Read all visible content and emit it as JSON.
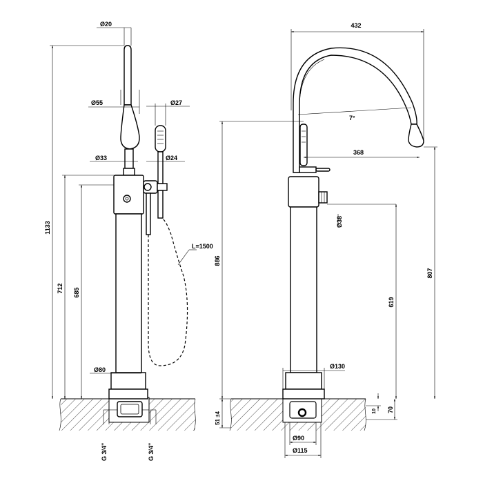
{
  "drawing": {
    "front": {
      "d_spout": "Ø20",
      "d_head": "Ø55",
      "d_hand": "Ø27",
      "d_neck": "Ø33",
      "d_holder": "Ø24",
      "hose": "L=1500",
      "h_total": "1133",
      "h_body": "712",
      "h_handle": "685",
      "d_column": "Ø80",
      "thread_left": "G 3/4\"",
      "thread_right": "G 3/4\""
    },
    "side": {
      "w_reach": "432",
      "angle": "7°",
      "reach_inner": "368",
      "d_lever": "Ø38",
      "h_outlet": "886",
      "h_spout_tip": "807",
      "h_diverter": "619",
      "d_base": "Ø130",
      "d_flange": "Ø90",
      "d_plate": "Ø115",
      "floor_depth": "70",
      "floor_gap": "10",
      "tolerance": "51 ±4"
    }
  }
}
